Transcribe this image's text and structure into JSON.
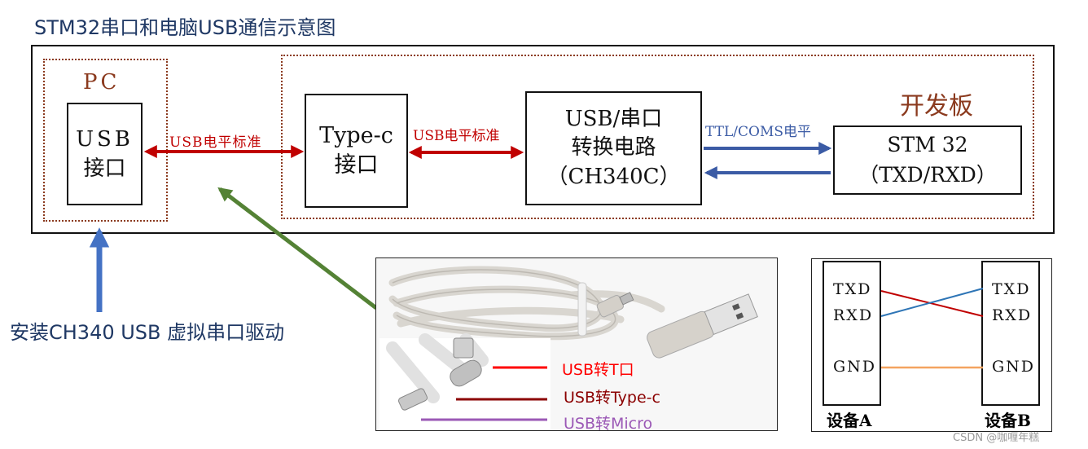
{
  "title": "STM32串口和电脑USB通信示意图",
  "pc": {
    "label": "PC",
    "usb_line1": "USB",
    "usb_line2": "接口"
  },
  "board": {
    "label": "开发板"
  },
  "typec": {
    "line1": "Type-c",
    "line2": "接口"
  },
  "ch340": {
    "line1": "USB/串口",
    "line2": "转换电路",
    "line3": "（CH340C）"
  },
  "stm32": {
    "line1": "STM 32",
    "line2": "（TXD/RXD）"
  },
  "links": {
    "usb_level_1": "USB电平标准",
    "usb_level_2": "USB电平标准",
    "ttl_level": "TTL/COMS电平"
  },
  "driver_note": "安装CH340 USB 虚拟串口驱动",
  "cables": {
    "t_port": "USB转T口",
    "type_c": "USB转Type-c",
    "micro": "USB转Micro"
  },
  "wiring": {
    "left_pins": [
      "TXD",
      "RXD",
      "GND"
    ],
    "right_pins": [
      "TXD",
      "RXD",
      "GND"
    ],
    "device_a": "设备A",
    "device_b": "设备B"
  },
  "watermark": "CSDN @咖喱年糕",
  "colors": {
    "red_arrow": "#c00000",
    "blue_arrow": "#3b5ba5",
    "green_arrow": "#548235",
    "dotted_border": "#8b3a1e",
    "tx_line": "#c00000",
    "rx_line": "#2e75b6",
    "gnd_line": "#f4a460",
    "legend_t": "#ff0000",
    "legend_c": "#8b0000",
    "legend_micro": "#9b59b6"
  }
}
